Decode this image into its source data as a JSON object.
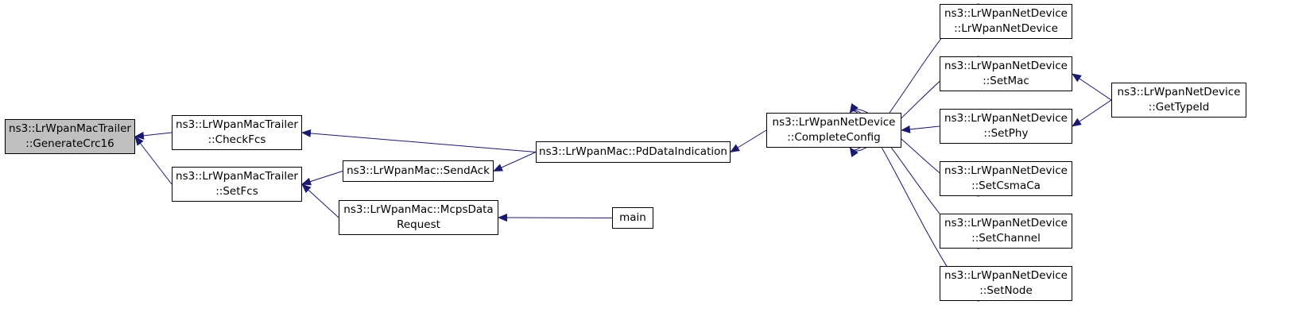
{
  "graph": {
    "edge_color": "#191970",
    "root_fill": "#bfbfbf",
    "nodes": [
      {
        "id": "n_gencrc",
        "lines": [
          "ns3::LrWpanMacTrailer",
          "::GenerateCrc16"
        ],
        "root": true
      },
      {
        "id": "n_checkfcs",
        "lines": [
          "ns3::LrWpanMacTrailer",
          "::CheckFcs"
        ]
      },
      {
        "id": "n_setfcs",
        "lines": [
          "ns3::LrWpanMacTrailer",
          "::SetFcs"
        ]
      },
      {
        "id": "n_pddata",
        "lines": [
          "ns3::LrWpanMac::PdDataIndication"
        ]
      },
      {
        "id": "n_sendack",
        "lines": [
          "ns3::LrWpanMac::SendAck"
        ]
      },
      {
        "id": "n_mcps",
        "lines": [
          "ns3::LrWpanMac::McpsData",
          "Request"
        ]
      },
      {
        "id": "n_main",
        "lines": [
          "main"
        ]
      },
      {
        "id": "n_complete",
        "lines": [
          "ns3::LrWpanNetDevice",
          "::CompleteConfig"
        ]
      },
      {
        "id": "n_ctor",
        "lines": [
          "ns3::LrWpanNetDevice",
          "::LrWpanNetDevice"
        ]
      },
      {
        "id": "n_setmac",
        "lines": [
          "ns3::LrWpanNetDevice",
          "::SetMac"
        ]
      },
      {
        "id": "n_setphy",
        "lines": [
          "ns3::LrWpanNetDevice",
          "::SetPhy"
        ]
      },
      {
        "id": "n_setcsma",
        "lines": [
          "ns3::LrWpanNetDevice",
          "::SetCsmaCa"
        ]
      },
      {
        "id": "n_setchannel",
        "lines": [
          "ns3::LrWpanNetDevice",
          "::SetChannel"
        ]
      },
      {
        "id": "n_setnode",
        "lines": [
          "ns3::LrWpanNetDevice",
          "::SetNode"
        ]
      },
      {
        "id": "n_gettype",
        "lines": [
          "ns3::LrWpanNetDevice",
          "::GetTypeId"
        ]
      }
    ],
    "edges": [
      {
        "from": "n_checkfcs",
        "to": "n_gencrc"
      },
      {
        "from": "n_setfcs",
        "to": "n_gencrc"
      },
      {
        "from": "n_pddata",
        "to": "n_checkfcs"
      },
      {
        "from": "n_sendack",
        "to": "n_setfcs"
      },
      {
        "from": "n_mcps",
        "to": "n_setfcs"
      },
      {
        "from": "n_pddata",
        "to": "n_sendack"
      },
      {
        "from": "n_main",
        "to": "n_mcps"
      },
      {
        "from": "n_complete",
        "to": "n_pddata"
      },
      {
        "from": "n_ctor",
        "to": "n_complete"
      },
      {
        "from": "n_setmac",
        "to": "n_complete"
      },
      {
        "from": "n_setphy",
        "to": "n_complete"
      },
      {
        "from": "n_setcsma",
        "to": "n_complete"
      },
      {
        "from": "n_setchannel",
        "to": "n_complete"
      },
      {
        "from": "n_setnode",
        "to": "n_complete"
      },
      {
        "from": "n_gettype",
        "to": "n_setmac"
      },
      {
        "from": "n_gettype",
        "to": "n_setphy"
      }
    ]
  }
}
